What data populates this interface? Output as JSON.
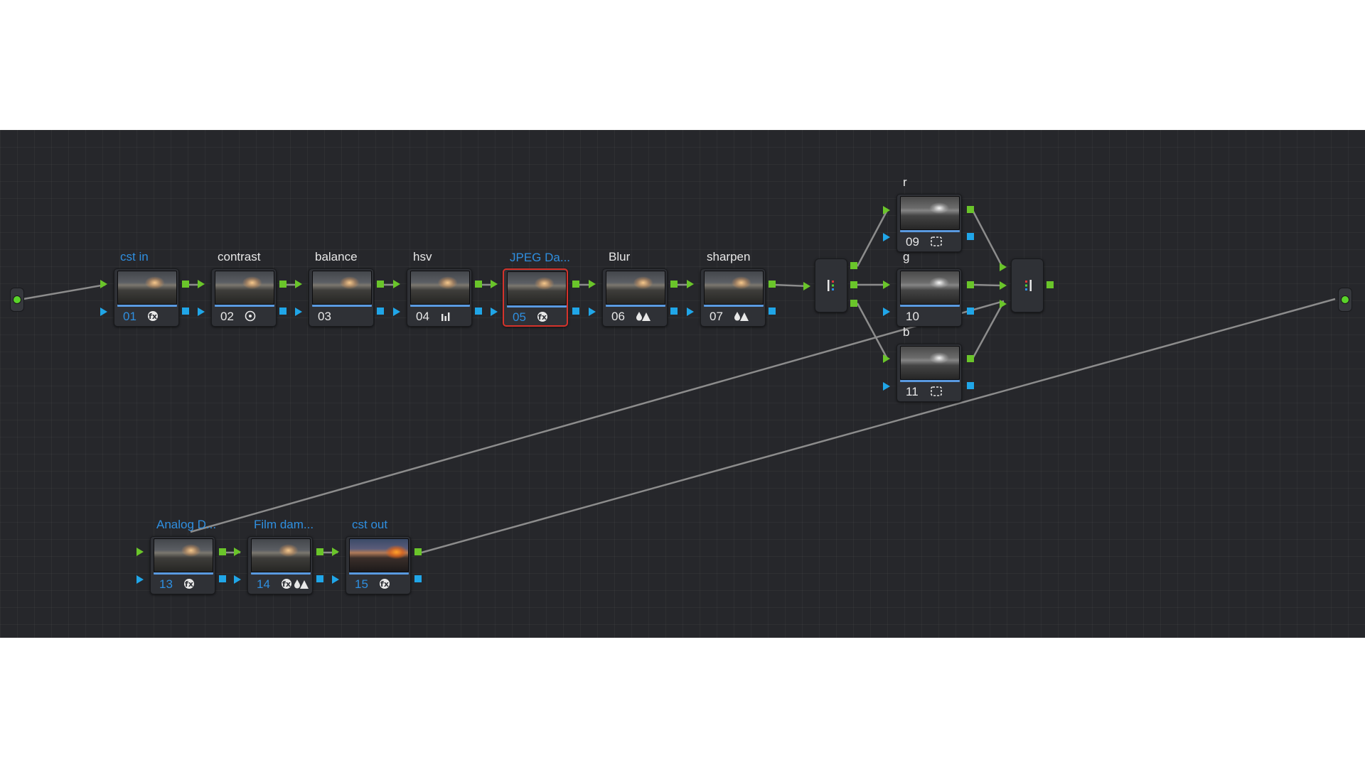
{
  "colors": {
    "background": "#26272b",
    "node": "#2f3136",
    "rgb_port": "#6ac52a",
    "alpha_port": "#20a6e8",
    "selected_border": "#d5332b",
    "label_blue": "#2f8fe0",
    "wire": "#8c8c8c"
  },
  "nodes": {
    "n01": {
      "label": "cst in",
      "number": "01",
      "icons": [
        "fx-icon"
      ]
    },
    "n02": {
      "label": "contrast",
      "number": "02",
      "icons": [
        "circle-dot-icon"
      ]
    },
    "n03": {
      "label": "balance",
      "number": "03",
      "icons": []
    },
    "n04": {
      "label": "hsv",
      "number": "04",
      "icons": [
        "bars-icon"
      ]
    },
    "n05": {
      "label": "JPEG Da...",
      "number": "05",
      "icons": [
        "fx-icon"
      ],
      "selected": true
    },
    "n06": {
      "label": "Blur",
      "number": "06",
      "icons": [
        "blur-drops-icon"
      ]
    },
    "n07": {
      "label": "sharpen",
      "number": "07",
      "icons": [
        "blur-drops-icon"
      ]
    },
    "n09": {
      "label": "r",
      "number": "09",
      "icons": [
        "window-icon"
      ]
    },
    "n10": {
      "label": "g",
      "number": "10",
      "icons": []
    },
    "n11": {
      "label": "b",
      "number": "11",
      "icons": [
        "window-icon"
      ]
    },
    "n13": {
      "label": "Analog D...",
      "number": "13",
      "icons": [
        "fx-icon"
      ]
    },
    "n14": {
      "label": "Film dam...",
      "number": "14",
      "icons": [
        "fx-icon",
        "blur-drops-icon"
      ]
    },
    "n15": {
      "label": "cst out",
      "number": "15",
      "icons": [
        "fx-icon"
      ]
    }
  },
  "mixers": [
    "splitter-icon",
    "combiner-icon"
  ],
  "endpoints": [
    "source-input",
    "output"
  ]
}
